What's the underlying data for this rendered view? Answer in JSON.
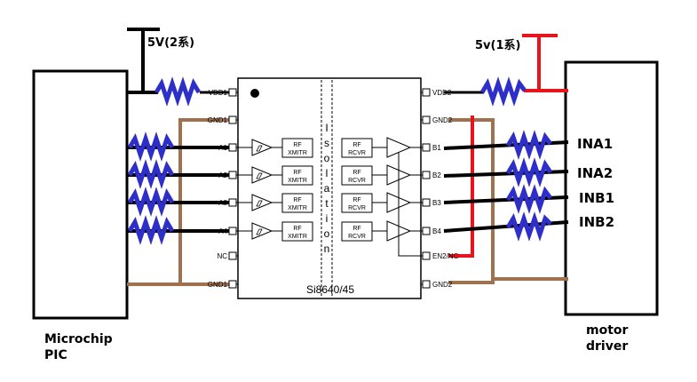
{
  "labels": {
    "supply_left": "5V(2系)",
    "supply_right": "5v(1系)",
    "mcu_line1": "Microchip",
    "mcu_line2": "PIC",
    "driver_line1": "motor",
    "driver_line2": "driver",
    "part_number": "Si8640/45",
    "isolation_letters": [
      "I",
      "s",
      "o",
      "l",
      "a",
      "t",
      "i",
      "o",
      "n"
    ],
    "block_tx_line1": "RF",
    "block_tx_line2": "XMITR",
    "block_rx_line1": "RF",
    "block_rx_line2": "RCVR"
  },
  "left_pins": [
    "VDD1",
    "GND1",
    "A1",
    "A2",
    "A3",
    "A4",
    "NC",
    "GND1"
  ],
  "right_pins": [
    "VDD2",
    "GND2",
    "B1",
    "B2",
    "B3",
    "B4",
    "EN2/NC",
    "GND2"
  ],
  "driver_inputs": [
    "INA1",
    "INA2",
    "INB1",
    "INB2"
  ],
  "colors": {
    "ground_wire": "#a0714f",
    "supply_right_wire": "#e8141b",
    "resistor": "#2e2fc8",
    "line": "#000000"
  }
}
